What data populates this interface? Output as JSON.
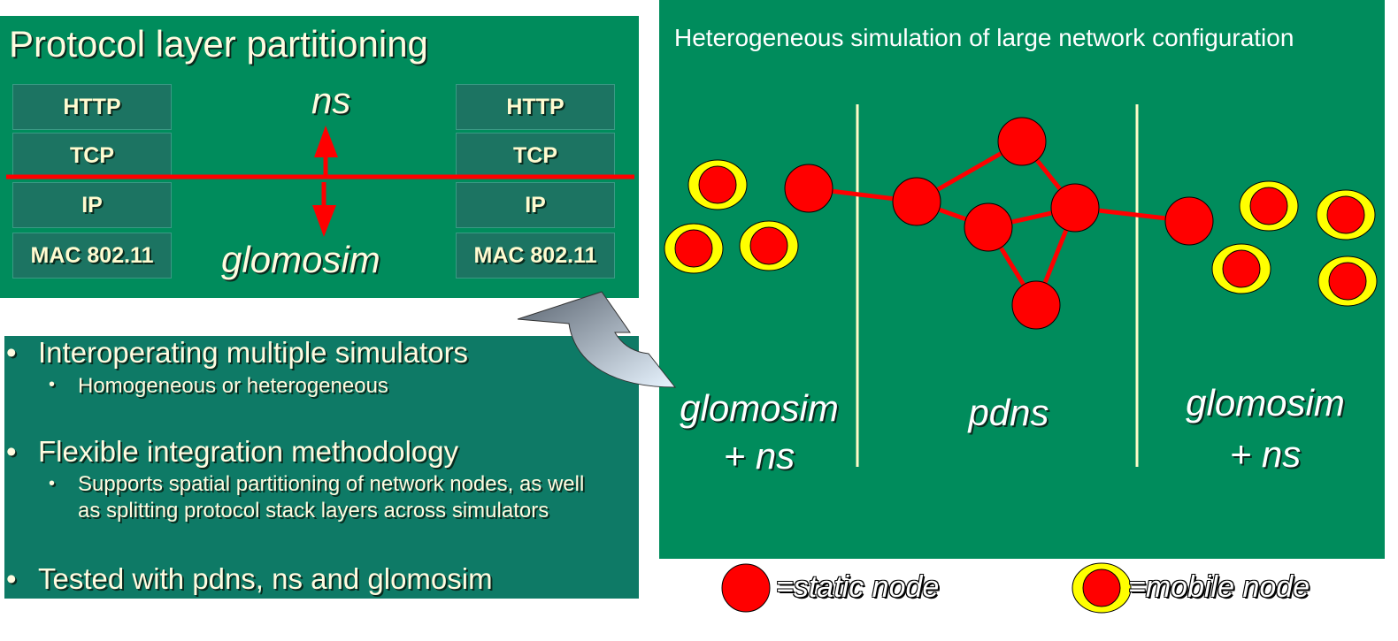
{
  "top_panel": {
    "title": "Protocol layer partitioning",
    "left_stack": [
      "HTTP",
      "TCP",
      "IP",
      "MAC 802.11"
    ],
    "right_stack": [
      "HTTP",
      "TCP",
      "IP",
      "MAC 802.11"
    ],
    "upper_label": "ns",
    "lower_label": "glomosim"
  },
  "bullets": {
    "b1": "Interoperating multiple simulators",
    "b1_sub": "Homogeneous or heterogeneous",
    "b2": "Flexible integration methodology",
    "b2_sub": "Supports spatial partitioning of network nodes, as well as splitting protocol stack layers across simulators",
    "b3": "Tested with pdns, ns and glomosim",
    "bullet_char": "•"
  },
  "right_panel": {
    "title": "Heterogeneous simulation of large network configuration",
    "left_region": {
      "line1": "glomosim",
      "line2": "+ ns"
    },
    "middle_region": "pdns",
    "right_region": {
      "line1": "glomosim",
      "line2": "+ ns"
    }
  },
  "legend": {
    "static": "=static node",
    "mobile": "=mobile node"
  },
  "colors": {
    "panel_green": "#008c5c",
    "layer_teal": "#1c7462",
    "node_red": "#ff0000",
    "mobile_ring": "#ffff00",
    "divider": "#fffbc8"
  }
}
